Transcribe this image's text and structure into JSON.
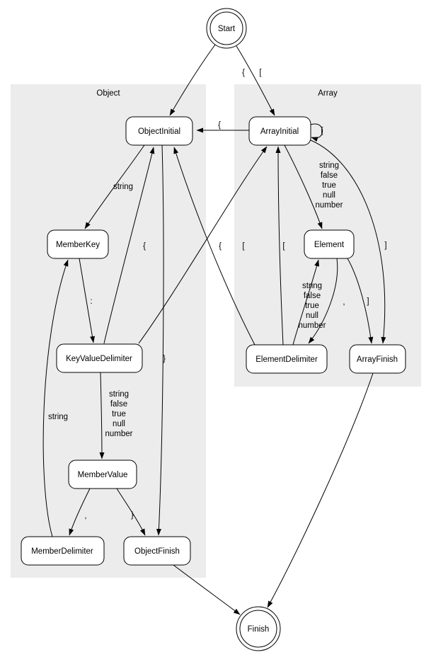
{
  "diagram": {
    "type": "state-machine",
    "clusters": {
      "object": {
        "label": "Object"
      },
      "array": {
        "label": "Array"
      }
    },
    "states": {
      "start": {
        "label": "Start",
        "shape": "doublecircle"
      },
      "finish": {
        "label": "Finish",
        "shape": "doublecircle"
      },
      "object_initial": {
        "label": "ObjectInitial"
      },
      "array_initial": {
        "label": "ArrayInitial"
      },
      "member_key": {
        "label": "MemberKey"
      },
      "key_value_delimiter": {
        "label": "KeyValueDelimiter"
      },
      "member_value": {
        "label": "MemberValue"
      },
      "member_delimiter": {
        "label": "MemberDelimiter"
      },
      "object_finish": {
        "label": "ObjectFinish"
      },
      "element": {
        "label": "Element"
      },
      "element_delimiter": {
        "label": "ElementDelimiter"
      },
      "array_finish": {
        "label": "ArrayFinish"
      }
    },
    "transitions": {
      "start_to_objectinitial": {
        "from": "Start",
        "to": "ObjectInitial",
        "label": "{"
      },
      "start_to_arrayinitial": {
        "from": "Start",
        "to": "ArrayInitial",
        "label": "["
      },
      "arrayinitial_to_objectinitial": {
        "from": "ArrayInitial",
        "to": "ObjectInitial",
        "label": "{"
      },
      "arrayinitial_self": {
        "from": "ArrayInitial",
        "to": "ArrayInitial",
        "label": "["
      },
      "objectinitial_to_memberkey": {
        "from": "ObjectInitial",
        "to": "MemberKey",
        "label": "string"
      },
      "memberkey_to_keyvaluedelimiter": {
        "from": "MemberKey",
        "to": "KeyValueDelimiter",
        "label": ":"
      },
      "keyvaluedelimiter_to_objectinitial": {
        "from": "KeyValueDelimiter",
        "to": "ObjectInitial",
        "label": "{"
      },
      "keyvaluedelimiter_to_arrayinitial": {
        "from": "KeyValueDelimiter",
        "to": "ArrayInitial",
        "label": "["
      },
      "keyvaluedelimiter_to_membervalue": {
        "from": "KeyValueDelimiter",
        "to": "MemberValue",
        "label_lines": [
          "string",
          "false",
          "true",
          "null",
          "number"
        ]
      },
      "membervalue_to_memberdelimiter": {
        "from": "MemberValue",
        "to": "MemberDelimiter",
        "label": ","
      },
      "membervalue_to_objectfinish": {
        "from": "MemberValue",
        "to": "ObjectFinish",
        "label": "}"
      },
      "memberdelimiter_to_memberkey": {
        "from": "MemberDelimiter",
        "to": "MemberKey",
        "label": "string"
      },
      "objectinitial_to_objectfinish": {
        "from": "ObjectInitial",
        "to": "ObjectFinish",
        "label": "}"
      },
      "arrayinitial_to_element": {
        "from": "ArrayInitial",
        "to": "Element",
        "label_lines": [
          "string",
          "false",
          "true",
          "null",
          "number"
        ]
      },
      "arrayinitial_to_arrayfinish": {
        "from": "ArrayInitial",
        "to": "ArrayFinish",
        "label": "]"
      },
      "element_to_elementdelimiter": {
        "from": "Element",
        "to": "ElementDelimiter",
        "label": ","
      },
      "element_to_arrayfinish": {
        "from": "Element",
        "to": "ArrayFinish",
        "label": "]"
      },
      "elementdelimiter_to_element": {
        "from": "ElementDelimiter",
        "to": "Element",
        "label_lines": [
          "string",
          "false",
          "true",
          "null",
          "number"
        ]
      },
      "elementdelimiter_to_objectinitial": {
        "from": "ElementDelimiter",
        "to": "ObjectInitial",
        "label": "{"
      },
      "elementdelimiter_to_arrayinitial": {
        "from": "ElementDelimiter",
        "to": "ArrayInitial",
        "label": "["
      },
      "objectfinish_to_finish": {
        "from": "ObjectFinish",
        "to": "Finish",
        "label": ""
      },
      "arrayfinish_to_finish": {
        "from": "ArrayFinish",
        "to": "Finish",
        "label": ""
      }
    },
    "colors": {
      "cluster_background": "#ececec",
      "node_fill": "#ffffff",
      "line": "#000000",
      "page_background": "#ffffff"
    }
  }
}
